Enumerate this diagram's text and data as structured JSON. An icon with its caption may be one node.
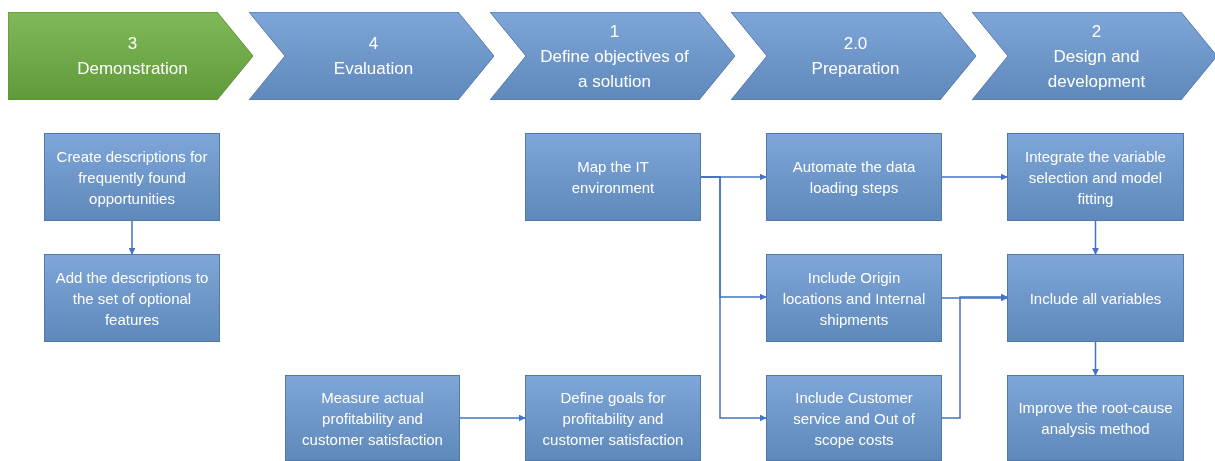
{
  "diagram": {
    "nodes": [
      {
        "text": [
          "3",
          "Demonstration"
        ]
      },
      {
        "text": [
          "4",
          "Evaluation"
        ]
      },
      {
        "text": [
          "1",
          "Define objectives of a solution"
        ]
      },
      {
        "text": [
          "2.0",
          "Preparation"
        ]
      },
      {
        "text": [
          "2",
          "Design and development"
        ]
      },
      {
        "text": [
          "Create descriptions for frequently found opportunities"
        ]
      },
      {
        "text": [
          "Add the descriptions to the set of optional features"
        ]
      },
      {
        "text": [
          "Measure actual profitability and customer satisfaction"
        ]
      },
      {
        "text": [
          "Map the IT environment"
        ]
      },
      {
        "text": [
          "Define goals for profitability and customer satisfaction"
        ]
      },
      {
        "text": [
          "Automate the data loading steps"
        ]
      },
      {
        "text": [
          "Include Origin locations and Internal shipments"
        ]
      },
      {
        "text": [
          "Include Customer service and Out of scope costs"
        ]
      },
      {
        "text": [
          "Integrate the variable selection and model fitting"
        ]
      },
      {
        "text": [
          "Include all variables"
        ]
      },
      {
        "text": [
          "Improve the root-cause analysis method"
        ]
      }
    ],
    "edges": [
      {
        "from": 5,
        "to": 6,
        "arrow": "to"
      },
      {
        "from": 7,
        "to": 9,
        "arrow": "to"
      },
      {
        "from": 8,
        "to": 10,
        "arrow": "to"
      },
      {
        "from": 8,
        "to": 11,
        "arrow": "to"
      },
      {
        "from": 8,
        "to": 12,
        "arrow": "to"
      },
      {
        "from": 10,
        "to": 13,
        "arrow": "to"
      },
      {
        "from": 13,
        "to": 14,
        "arrow": "to"
      },
      {
        "from": 11,
        "to": 14,
        "arrow": "to"
      },
      {
        "from": 12,
        "to": 14,
        "arrow": "to"
      },
      {
        "from": 14,
        "to": 15,
        "arrow": "to"
      }
    ]
  }
}
